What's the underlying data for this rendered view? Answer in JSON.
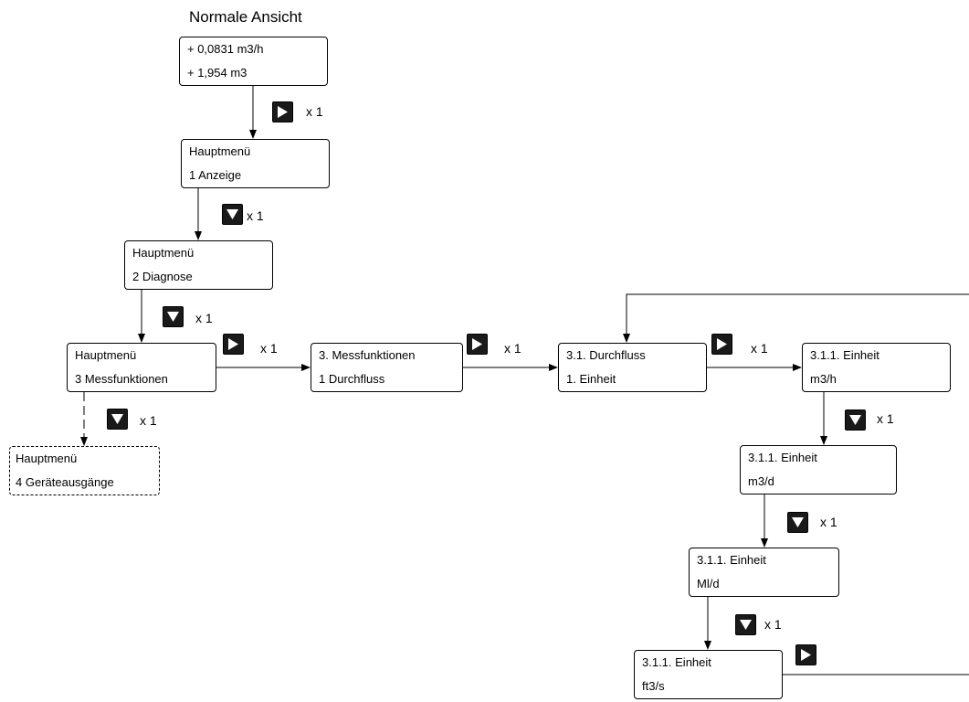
{
  "title": "Normale Ansicht",
  "boxes": {
    "normal": {
      "line1": "+ 0,0831 m3/h",
      "line2": "+ 1,954 m3"
    },
    "menu1": {
      "line1": "Hauptmenü",
      "line2": "1 Anzeige"
    },
    "menu2": {
      "line1": "Hauptmenü",
      "line2": "2 Diagnose"
    },
    "menu3": {
      "line1": "Hauptmenü",
      "line2": "3 Messfunktionen"
    },
    "menu4": {
      "line1": "Hauptmenü",
      "line2": "4 Geräteausgänge"
    },
    "mess": {
      "line1": "3. Messfunktionen",
      "line2": "1 Durchfluss"
    },
    "durch": {
      "line1": "3.1. Durchfluss",
      "line2": "1. Einheit"
    },
    "unit_mh": {
      "line1": "3.1.1. Einheit",
      "line2": "m3/h"
    },
    "unit_md": {
      "line1": "3.1.1. Einheit",
      "line2": "m3/d"
    },
    "unit_mld": {
      "line1": "3.1.1. Einheit",
      "line2": "Ml/d"
    },
    "unit_fts": {
      "line1": "3.1.1. Einheit",
      "line2": "ft3/s"
    }
  },
  "multiplier": "x 1",
  "icons": {
    "right": "right-arrow-key-icon",
    "down": "down-arrow-key-icon"
  },
  "colors": {
    "line": "#000000",
    "key_fill": "#1a1a1a",
    "key_arrow": "#ffffff"
  }
}
